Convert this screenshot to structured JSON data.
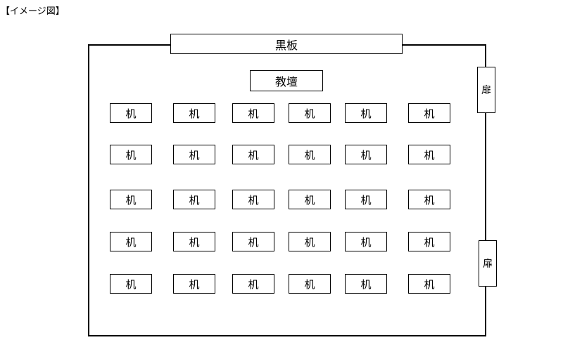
{
  "caption": "【イメージ図】",
  "blackboard": "黒板",
  "podium": "教壇",
  "doors": [
    "扉",
    "扉"
  ],
  "desk_label": "机",
  "desk_grid": {
    "rows": 5,
    "columns": 6
  }
}
